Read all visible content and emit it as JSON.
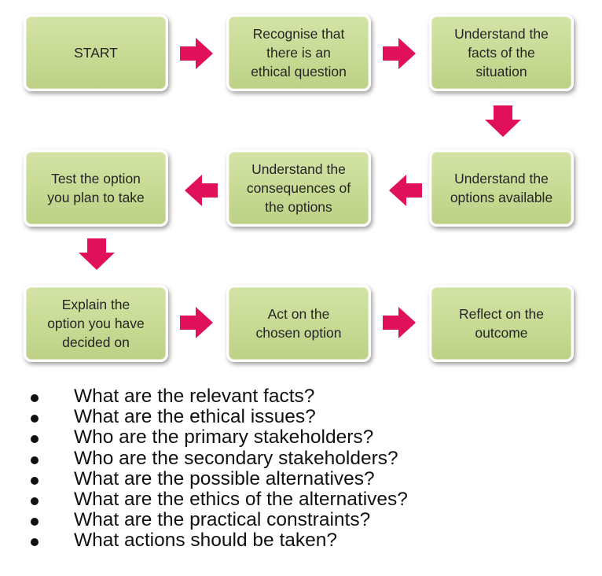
{
  "flowchart": {
    "steps": [
      {
        "id": "start",
        "label": "START"
      },
      {
        "id": "recognise",
        "label": "Recognise that\nthere is an\nethical question"
      },
      {
        "id": "facts",
        "label": "Understand the\nfacts of the\nsituation"
      },
      {
        "id": "options",
        "label": "Understand the\noptions available"
      },
      {
        "id": "consequences",
        "label": "Understand the\nconsequences of\nthe options"
      },
      {
        "id": "test",
        "label": "Test the option\nyou plan to take"
      },
      {
        "id": "explain",
        "label": "Explain the\noption you have\ndecided on"
      },
      {
        "id": "act",
        "label": "Act on the\nchosen option"
      },
      {
        "id": "reflect",
        "label": "Reflect on the\noutcome"
      }
    ],
    "arrow_color": "#e0105a",
    "box_color": "#c7da93"
  },
  "questions": [
    "What are the relevant facts?",
    "What are the ethical issues?",
    "Who are the primary stakeholders?",
    "Who are the secondary stakeholders?",
    "What are the possible alternatives?",
    "What are the ethics of the alternatives?",
    "What are the practical constraints?",
    "What actions should be taken?"
  ]
}
